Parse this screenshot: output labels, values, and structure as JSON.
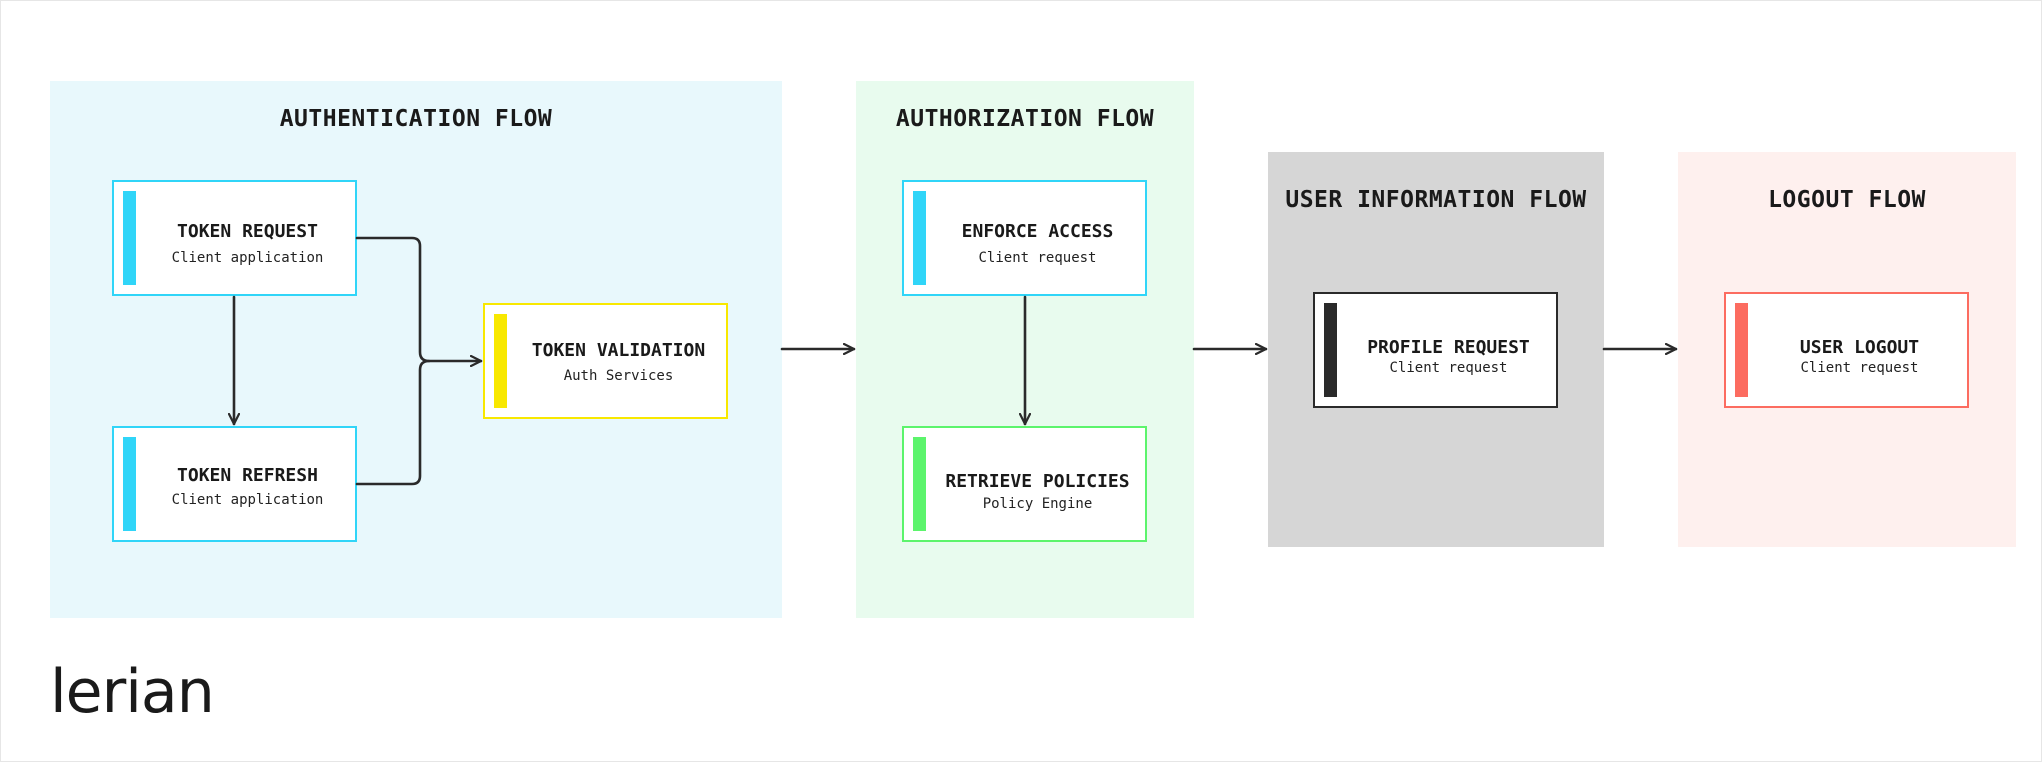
{
  "colors": {
    "auth_bg": "#e8f8fc",
    "authz_bg": "#e8fbee",
    "userinfo_bg": "#d6d6d6",
    "logout_bg": "#fef0ee",
    "cyan": "#30d5f8",
    "yellow": "#f8e800",
    "green": "#5cf46c",
    "dark": "#2a2a2a",
    "red": "#fc6c60",
    "line": "#2a2a2a"
  },
  "panels": {
    "authentication": {
      "title": "AUTHENTICATION FLOW"
    },
    "authorization": {
      "title": "AUTHORIZATION FLOW"
    },
    "user_information": {
      "title": "USER INFORMATION FLOW"
    },
    "logout": {
      "title": "LOGOUT FLOW"
    }
  },
  "nodes": {
    "token_request": {
      "title": "TOKEN REQUEST",
      "subtitle": "Client application"
    },
    "token_refresh": {
      "title": "TOKEN REFRESH",
      "subtitle": "Client application"
    },
    "token_validation": {
      "title": "TOKEN VALIDATION",
      "subtitle": "Auth Services"
    },
    "enforce_access": {
      "title": "ENFORCE ACCESS",
      "subtitle": "Client request"
    },
    "retrieve_policies": {
      "title": "RETRIEVE POLICIES",
      "subtitle": "Policy Engine"
    },
    "profile_request": {
      "title": "PROFILE REQUEST",
      "subtitle": "Client request"
    },
    "user_logout": {
      "title": "USER LOGOUT",
      "subtitle": "Client request"
    }
  },
  "logo": {
    "text": "lerian"
  }
}
